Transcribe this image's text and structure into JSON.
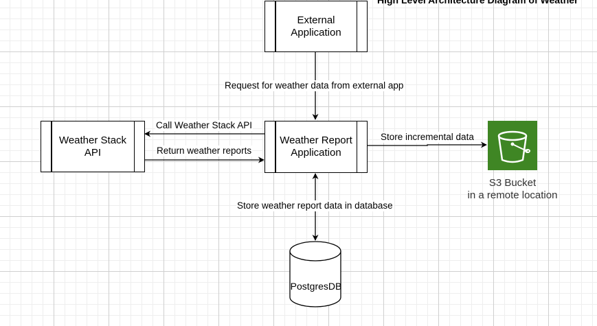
{
  "diagram": {
    "title": "High Level Architecture Diagram of Weather",
    "nodes": {
      "external_app": "External\nApplication",
      "weather_stack_api": "Weather Stack\nAPI",
      "weather_report_app": "Weather Report\nApplication",
      "s3_bucket_line1": "S3 Bucket",
      "s3_bucket_line2": "in a remote location",
      "postgres_db": "PostgresDB"
    },
    "edges": {
      "request": "Request for weather data from external app",
      "call_api": "Call Weather Stack API",
      "return_reports": "Return weather reports",
      "store_incremental": "Store incremental data",
      "store_db": "Store weather report data in database"
    },
    "colors": {
      "s3_green": "#3f8624",
      "line": "#000000"
    }
  }
}
